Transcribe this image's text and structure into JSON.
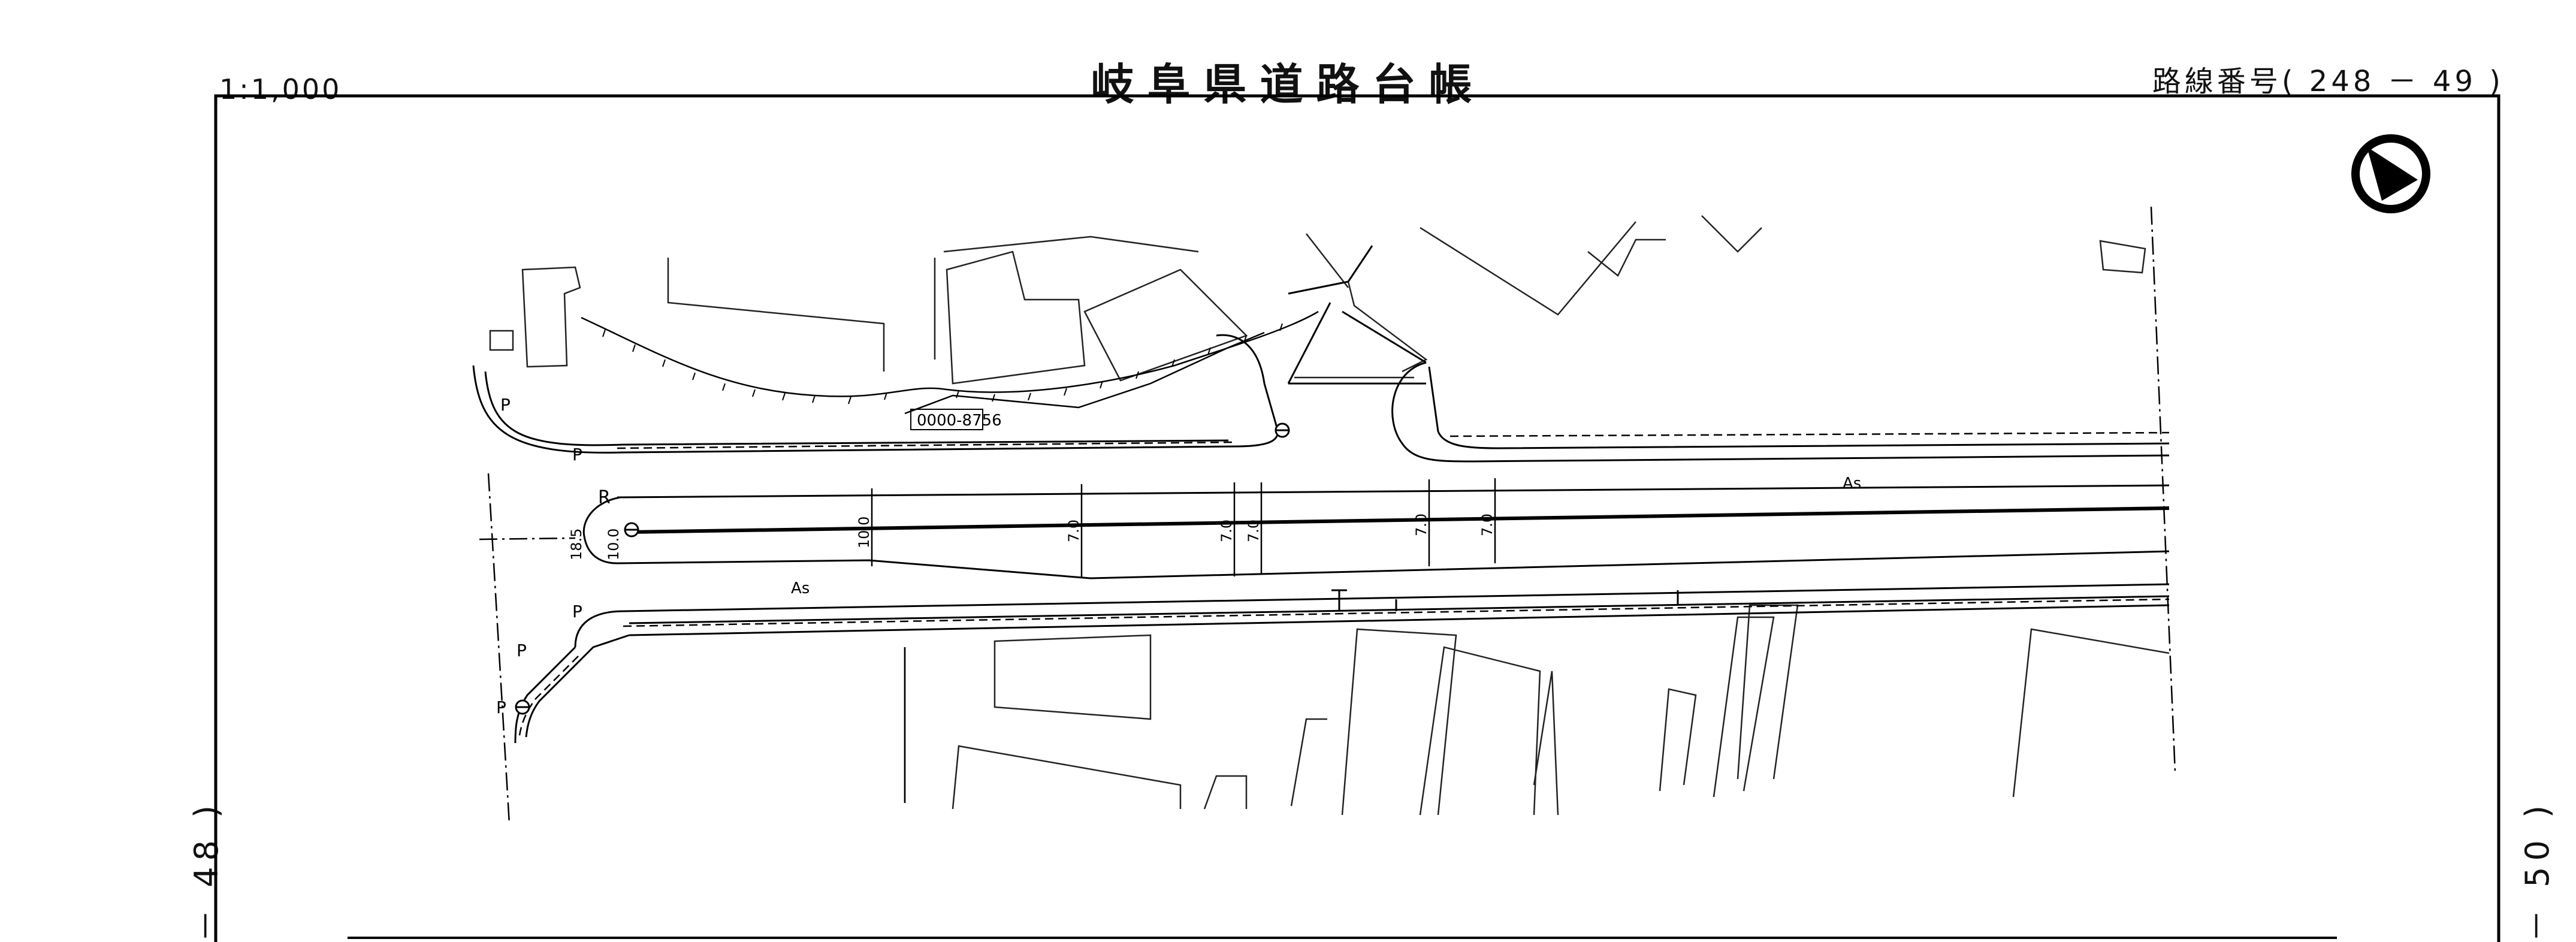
{
  "header": {
    "scale": "1:1,000",
    "title": "岐阜県道路台帳",
    "route_number": "路線番号( 248 － 49 )"
  },
  "sheet_links": {
    "previous": "－ 48 )",
    "next": "－ 50 )"
  },
  "north_arrow": {
    "icon": "north-arrow-icon"
  },
  "map_labels": {
    "parcel_code": "0000-8756",
    "pavement_upper": "As",
    "pavement_lower": "As",
    "width_main": "18.5",
    "width_start": "10.0",
    "width_mid": "10.0",
    "width_7a": "7.0",
    "width_7b": "7.0",
    "width_7c": "7.0",
    "width_7d": "7.0",
    "width_7e": "7.0",
    "marker_r": "R",
    "marker_p1": "P",
    "marker_p2": "P",
    "marker_p3": "P",
    "marker_p4": "P",
    "marker_p5": "P"
  }
}
